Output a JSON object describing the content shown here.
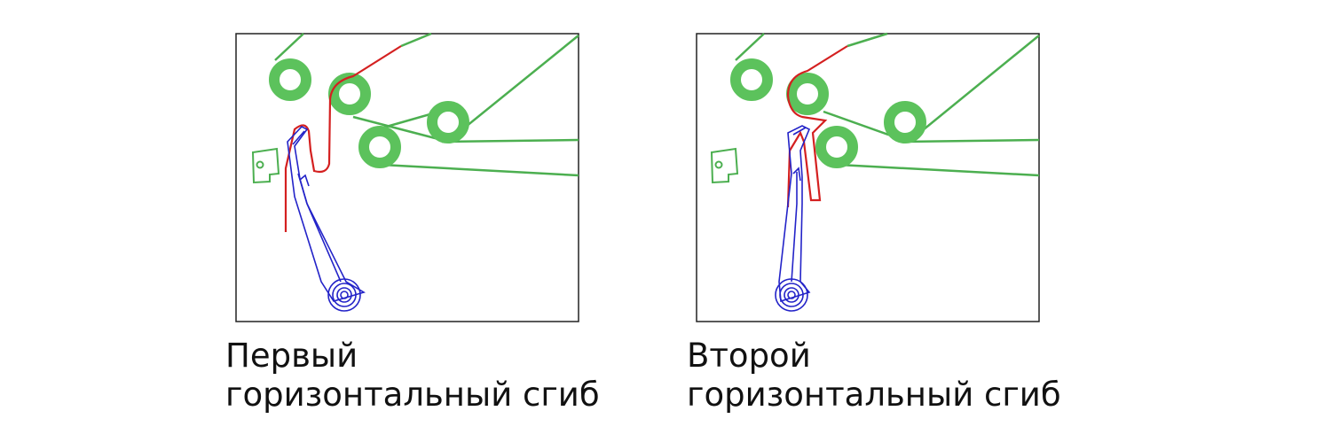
{
  "colors": {
    "frame": "#222222",
    "roller": "#5cc25c",
    "belt": "#4caf50",
    "paper": "#d42020",
    "knife": "#2323c8"
  },
  "panels": [
    {
      "caption_line1": "Первый",
      "caption_line2": "горизонтальный сгиб"
    },
    {
      "caption_line1": "Второй",
      "caption_line2": "горизонтальный сгиб"
    }
  ]
}
